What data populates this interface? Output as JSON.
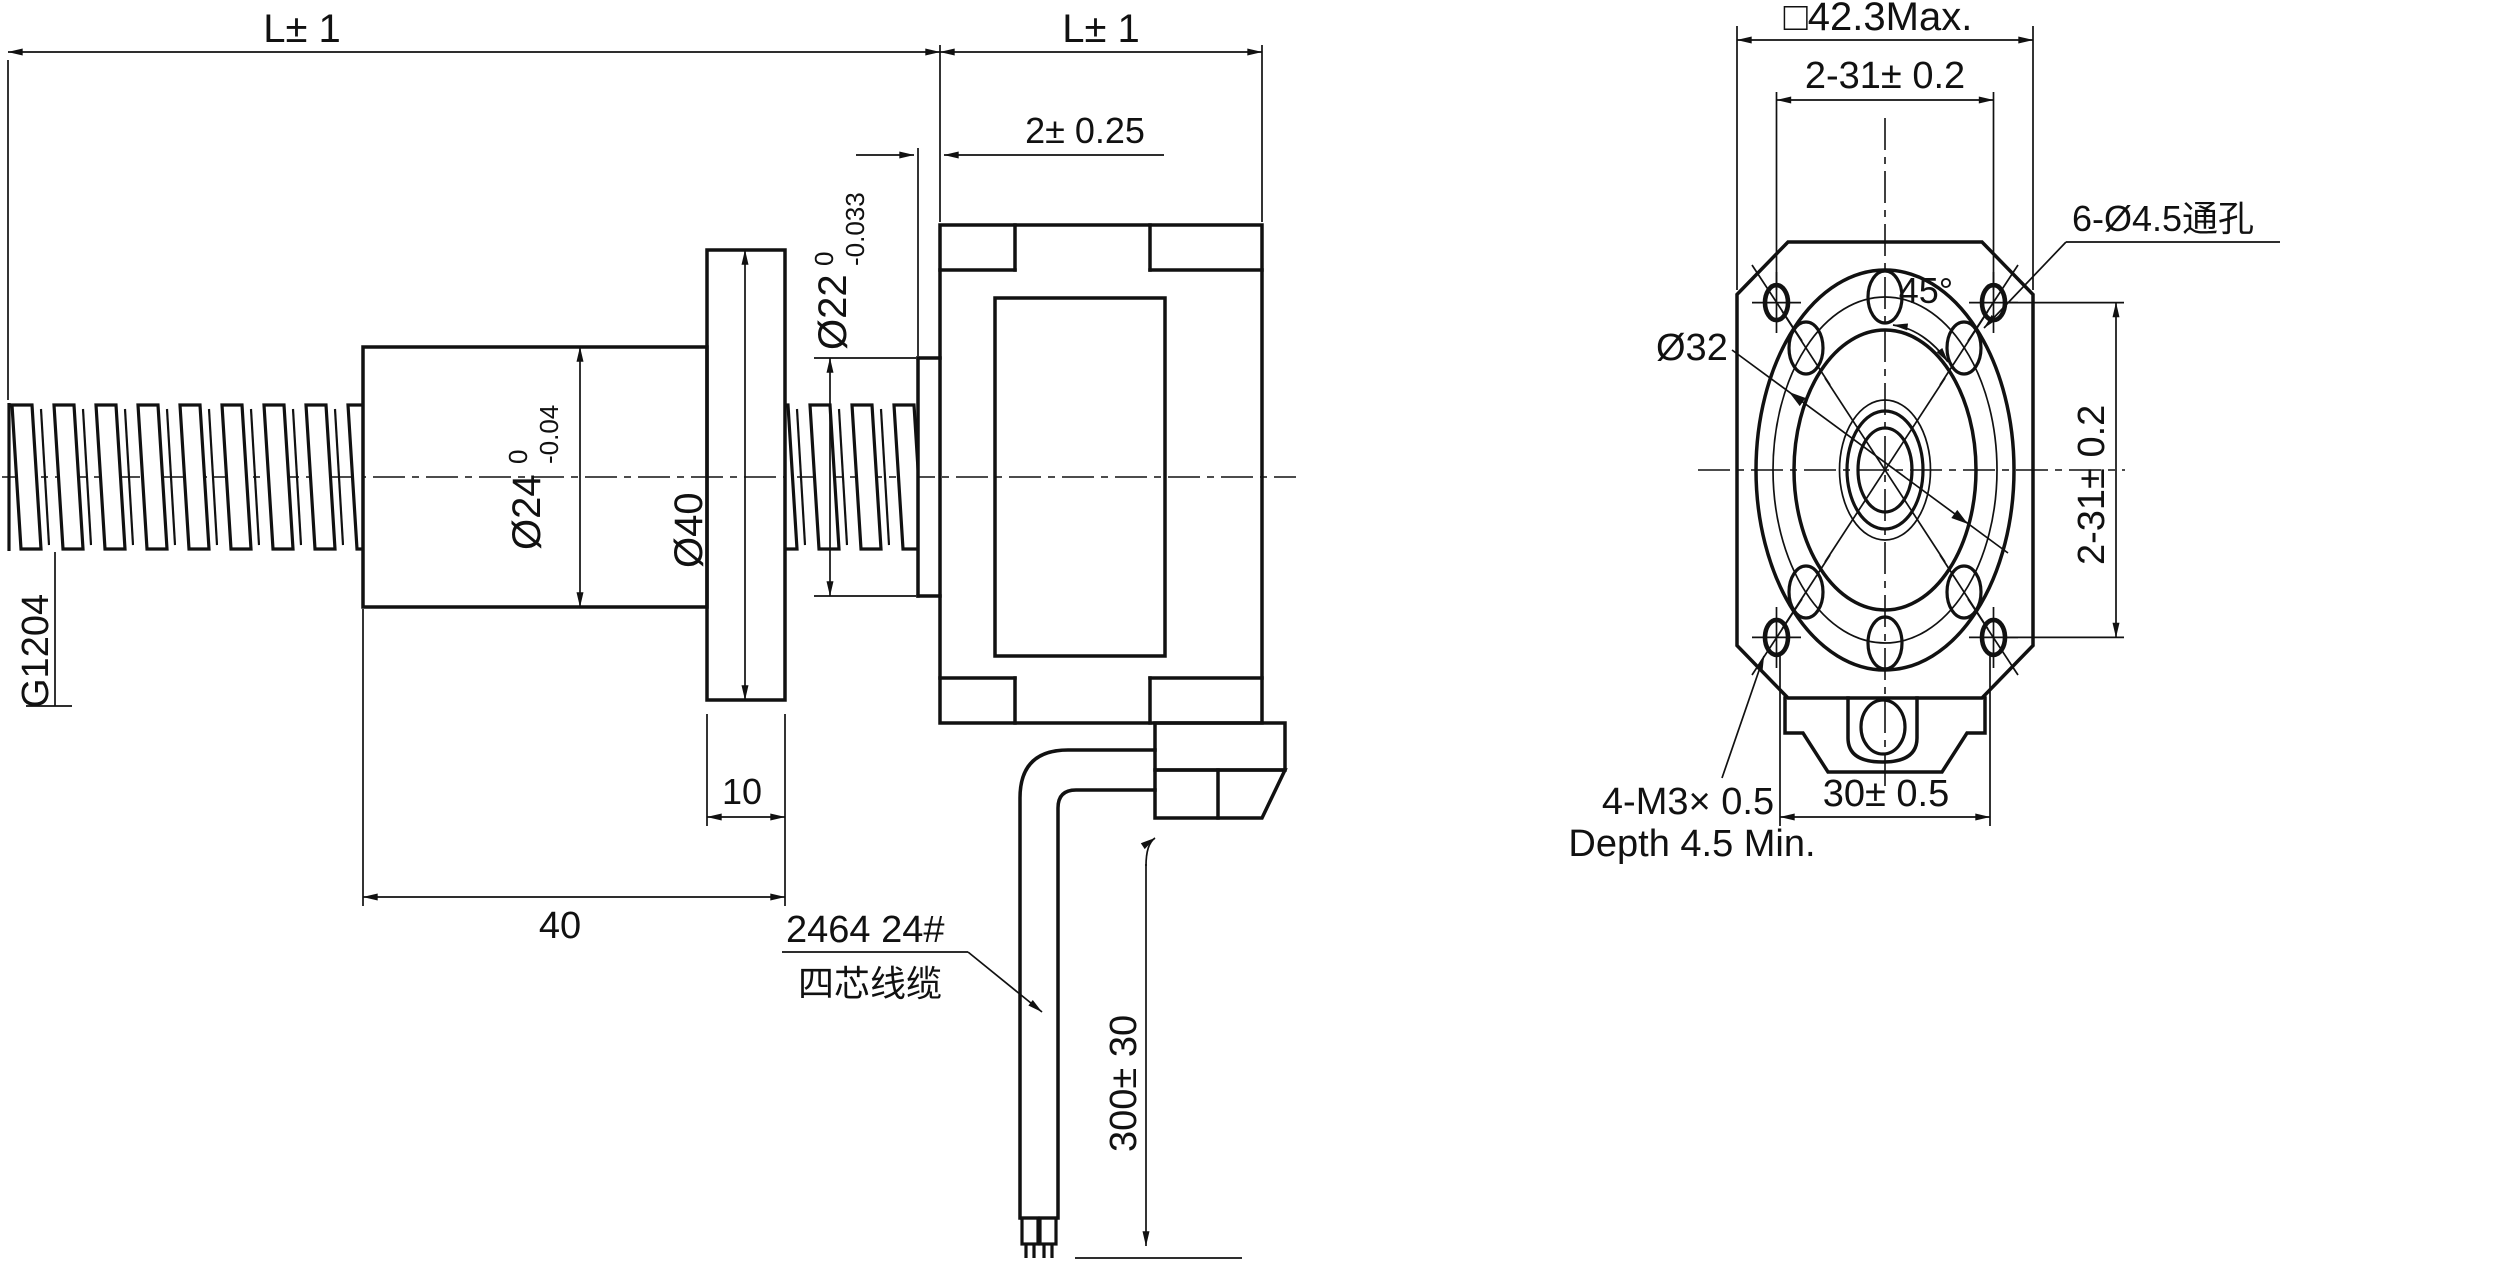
{
  "drawing": {
    "colors": {
      "ink": "#111111",
      "background": "#ffffff"
    },
    "side_view": {
      "dim_length_left": "L± 1",
      "dim_length_right": "L± 1",
      "dim_boss": "2± 0.25",
      "dim_d22": {
        "main": "Ø22",
        "sup": "0",
        "sub": "-0.033"
      },
      "dim_d24": {
        "main": "Ø24",
        "sup": "0",
        "sub": "-0.04"
      },
      "dim_d40": "Ø40",
      "dim_flange_width": "10",
      "dim_nut_length": "40",
      "thread_spec": "G1204",
      "cable_spec": "2464 24#",
      "cable_type": "四芯线缆",
      "dim_cable_length": "300± 30"
    },
    "front_view": {
      "dim_square": "□42.3Max.",
      "dim_pitch_horizontal": "2-31± 0.2",
      "dim_pitch_vertical": "2-31± 0.2",
      "label_through_holes": "6-Ø4.5通孔",
      "dim_angle": "45°",
      "dim_bolt_circle": "Ø32",
      "dim_bottom_pitch": "30± 0.5",
      "label_tap_line1": "4-M3× 0.5",
      "label_tap_line2": "Depth 4.5 Min."
    }
  }
}
